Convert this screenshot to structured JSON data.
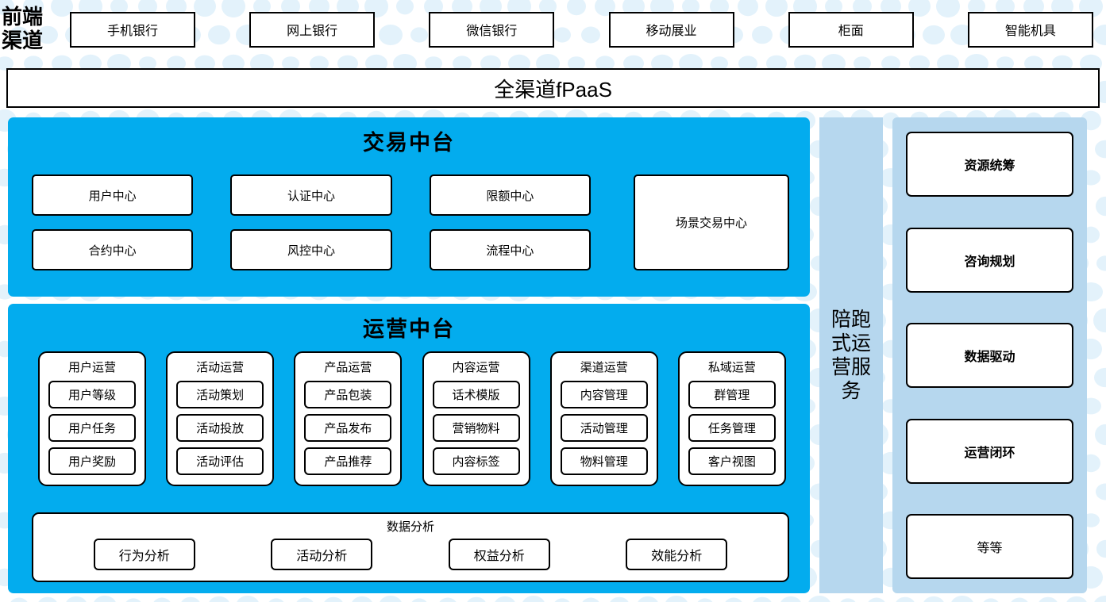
{
  "frontend": {
    "label_lines": [
      "前端",
      "渠道"
    ],
    "channels": [
      "手机银行",
      "网上银行",
      "微信银行",
      "移动展业",
      "柜面",
      "智能机具"
    ]
  },
  "fpaas": {
    "title": "全渠道fPaaS"
  },
  "trade_platform": {
    "title": "交易中台",
    "centers": [
      "用户中心",
      "认证中心",
      "限额中心",
      "合约中心",
      "风控中心",
      "流程中心"
    ],
    "wide_center": "场景交易中心"
  },
  "operation_platform": {
    "title": "运营中台",
    "columns": [
      {
        "title": "用户运营",
        "items": [
          "用户等级",
          "用户任务",
          "用户奖励"
        ]
      },
      {
        "title": "活动运营",
        "items": [
          "活动策划",
          "活动投放",
          "活动评估"
        ]
      },
      {
        "title": "产品运营",
        "items": [
          "产品包装",
          "产品发布",
          "产品推荐"
        ]
      },
      {
        "title": "内容运营",
        "items": [
          "话术模版",
          "营销物料",
          "内容标签"
        ]
      },
      {
        "title": "渠道运营",
        "items": [
          "内容管理",
          "活动管理",
          "物料管理"
        ]
      },
      {
        "title": "私域运营",
        "items": [
          "群管理",
          "任务管理",
          "客户视图"
        ]
      }
    ],
    "analysis": {
      "title": "数据分析",
      "items": [
        "行为分析",
        "活动分析",
        "权益分析",
        "效能分析"
      ]
    }
  },
  "escort_service": {
    "label": "陪跑式运营服务"
  },
  "right_services": {
    "items": [
      {
        "label": "资源统筹",
        "bold": true
      },
      {
        "label": "咨询规划",
        "bold": true
      },
      {
        "label": "数据驱动",
        "bold": true
      },
      {
        "label": "运营闭环",
        "bold": true
      },
      {
        "label": "等等",
        "bold": false
      }
    ]
  },
  "colors": {
    "platform_blue": "#03ACEE",
    "service_blue": "#B6D7EE",
    "dot_blue": "#E3F2FB",
    "border_black": "#000000",
    "page_white": "#FFFFFF"
  }
}
